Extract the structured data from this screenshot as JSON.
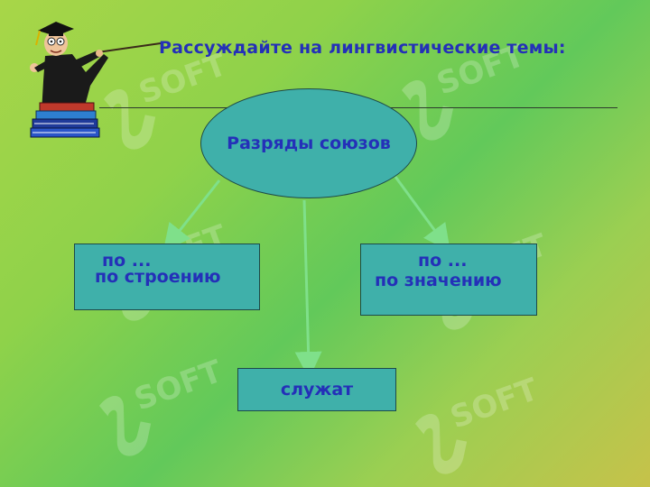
{
  "heading": "Рассуждайте на лингвистические темы:",
  "diagram": {
    "center_label": "Разряды союзов",
    "left_box": {
      "line1": "по ...",
      "line2": "по строению"
    },
    "right_box": {
      "line1": "по ...",
      "line2": "по значению"
    },
    "bottom_box": {
      "label": "служат"
    }
  },
  "colors": {
    "shape_fill": "#3fb0aa",
    "text": "#2430b8",
    "arrow": "#7fe08a"
  },
  "icons": [
    "professor-with-pointer-icon",
    "book-stack-icon",
    "watermark-logo-icon"
  ]
}
